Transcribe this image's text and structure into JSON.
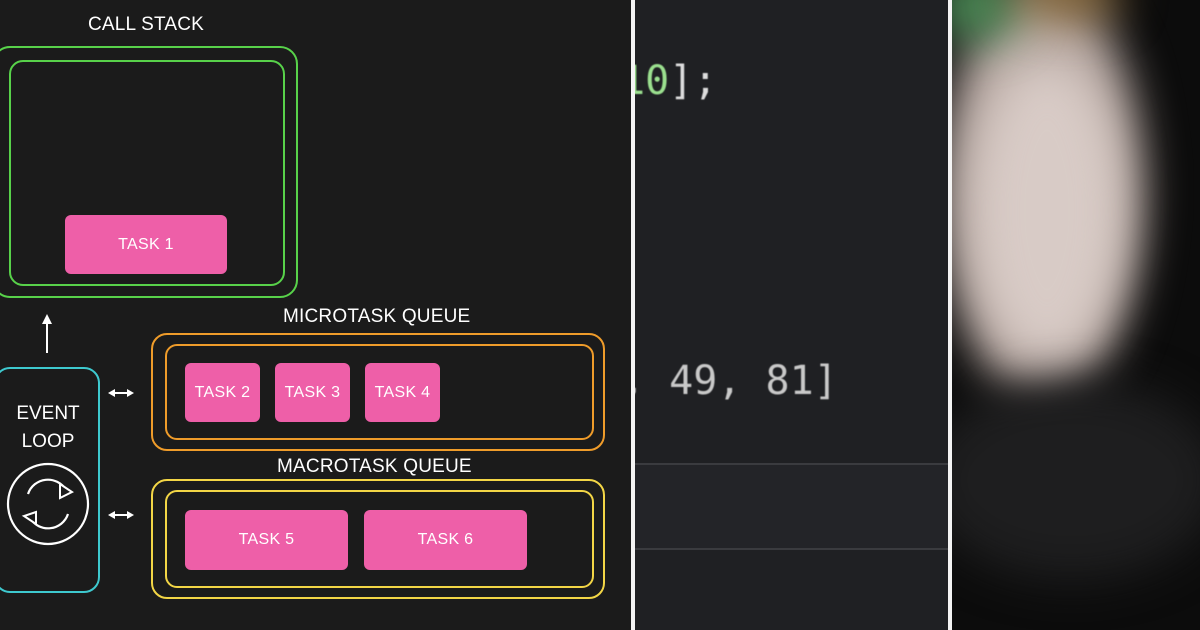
{
  "diagram": {
    "call_stack": {
      "title": "CALL STACK",
      "tasks": [
        "TASK 1"
      ]
    },
    "microtask_queue": {
      "title": "MICROTASK QUEUE",
      "tasks": [
        "TASK 2",
        "TASK 3",
        "TASK 4"
      ]
    },
    "macrotask_queue": {
      "title": "MACROTASK QUEUE",
      "tasks": [
        "TASK 5",
        "TASK 6"
      ]
    },
    "event_loop": {
      "label_line1": "EVENT",
      "label_line2": "LOOP",
      "icon": "refresh-cycle-icon"
    },
    "colors": {
      "call_stack_border": "#58d24a",
      "microtask_border": "#ef9c2a",
      "macrotask_border": "#f3d646",
      "event_loop_border": "#3ec9cf",
      "task_fill": "#ee5fa8"
    }
  },
  "code_panel": {
    "line1_number": "10",
    "line1_rest": "];",
    "line2_text": ", 49, 81]"
  },
  "photo_panel": {
    "description_icon": "blurred-photo"
  }
}
